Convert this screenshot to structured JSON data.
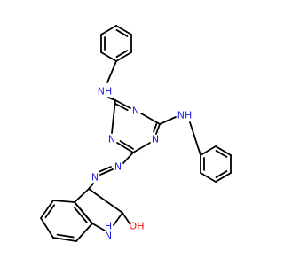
{
  "colors": {
    "bond": "#000000",
    "nitrogen": "#2222ee",
    "oxygen": "#ee1111",
    "background": "#ffffff"
  },
  "labels": {
    "nh_top": "NH",
    "nh_right": "NH",
    "n_triazine_top": "N",
    "n_triazine_left": "N",
    "n_triazine_right": "N",
    "n_azo_upper": "N",
    "n_azo_lower": "N",
    "nh_indole": "H",
    "n_indole": "N",
    "oh": "OH"
  }
}
